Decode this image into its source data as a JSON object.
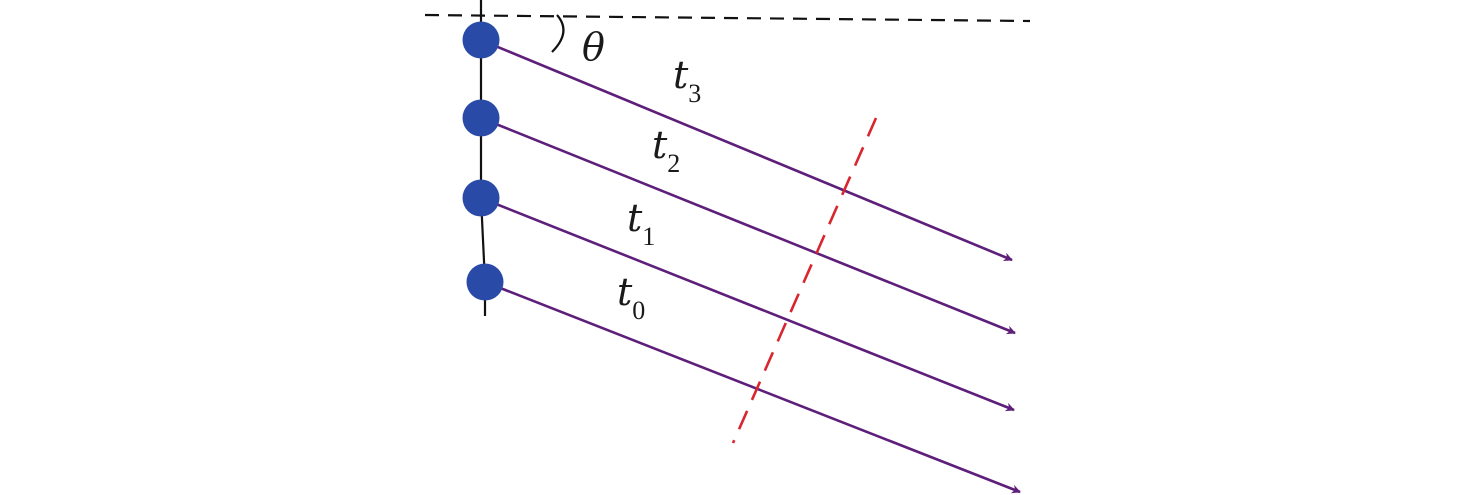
{
  "colors": {
    "sensor": "#2a4aa8",
    "ray": "#5e1f7a",
    "wavefront": "#d9262e",
    "line": "#111111"
  },
  "labels": {
    "angle": "θ",
    "rays": [
      {
        "base": "t",
        "sub": "3"
      },
      {
        "base": "t",
        "sub": "2"
      },
      {
        "base": "t",
        "sub": "1"
      },
      {
        "base": "t",
        "sub": "0"
      }
    ]
  }
}
